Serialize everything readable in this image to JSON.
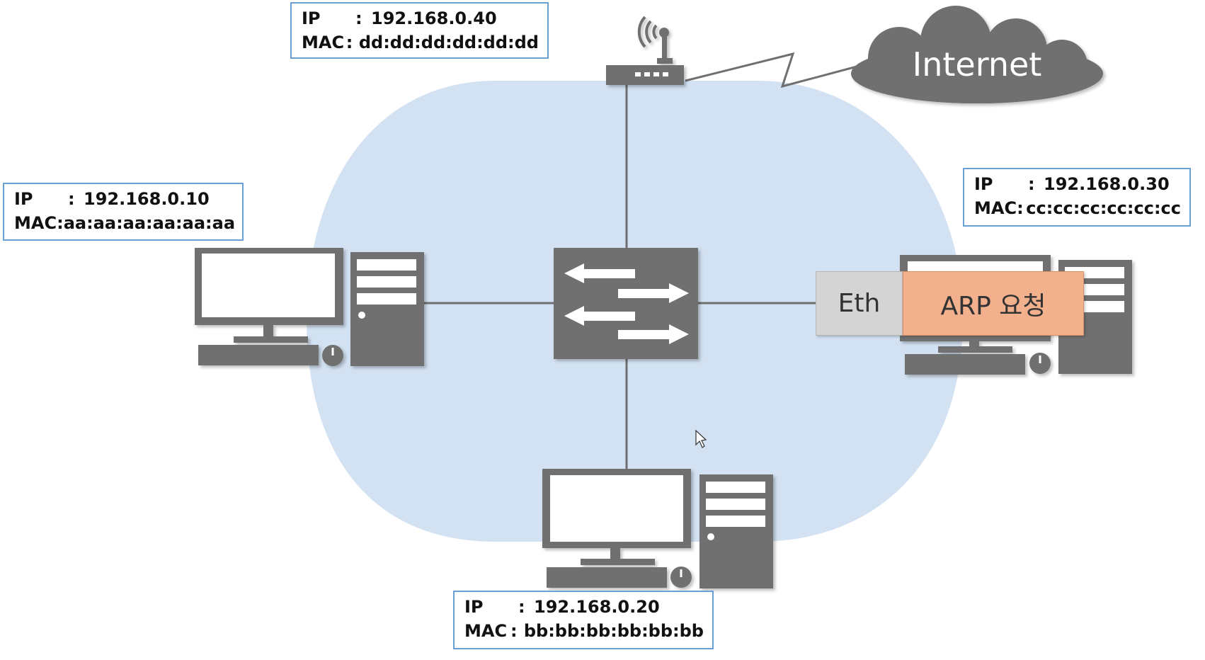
{
  "colors": {
    "network_area": "#d3e2f2",
    "device_gray": "#6f6f70",
    "link_gray": "#6f6f70",
    "box_border": "#6a9fd4",
    "eth_fill": "#d4d4d4",
    "arp_fill": "#f3b08d"
  },
  "icons": {
    "router": "router-icon",
    "switch": "switch-icon",
    "cloud": "cloud-icon",
    "pc": "desktop-computer-icon",
    "pointer": "mouse-pointer-icon"
  },
  "router_host": {
    "ip_label": "IP",
    "ip_value": "192.168.0.40",
    "mac_label": "MAC",
    "mac_value": "dd:dd:dd:dd:dd:dd"
  },
  "host_a": {
    "ip_label": "IP",
    "ip_value": "192.168.0.10",
    "mac_label": "MAC",
    "mac_value": "aa:aa:aa:aa:aa:aa"
  },
  "host_c": {
    "ip_label": "IP",
    "ip_value": "192.168.0.30",
    "mac_label": "MAC",
    "mac_value": "cc:cc:cc:cc:cc:cc"
  },
  "host_b": {
    "ip_label": "IP",
    "ip_value": "192.168.0.20",
    "mac_label": "MAC",
    "mac_value": "bb:bb:bb:bb:bb:bb"
  },
  "cloud": {
    "label": "Internet"
  },
  "packet": {
    "header": "Eth",
    "payload": "ARP 요청"
  },
  "separator": ":"
}
